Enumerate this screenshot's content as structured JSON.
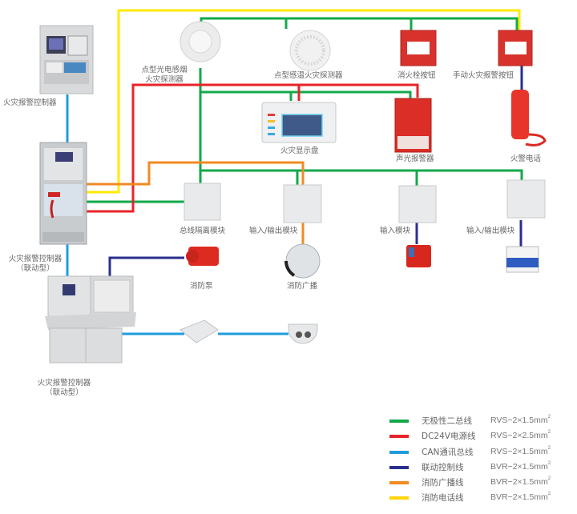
{
  "diagram": {
    "type": "fire-alarm-system-topology",
    "devices": {
      "panel_wall": "火灾报警控制器",
      "panel_cabinet": [
        "火灾报警控制器",
        "（联动型）"
      ],
      "panel_console": [
        "火灾报警控制器",
        "（联动型）"
      ],
      "smoke_detector": [
        "点型光电感烟",
        "火灾探测器"
      ],
      "heat_detector": "点型感温火灾探测器",
      "hydrant_button": "消火栓按钮",
      "manual_alarm_button": "手动火灾报警按钮",
      "display_panel": "火灾显示盘",
      "sounder_strobe": "声光报警器",
      "fire_phone": "火警电话",
      "isolator_module": "总线隔离模块",
      "io_module_1": "输入/输出模块",
      "input_module": "输入模块",
      "io_module_2": "输入/输出模块",
      "fire_pump": "消防泵",
      "fire_broadcast": "消防广播"
    }
  },
  "legend": [
    {
      "name": "无极性二总线",
      "spec": "RVS−2×1.5mm",
      "sup": "2",
      "color": "#13a84a"
    },
    {
      "name": "DC24V电源线",
      "spec": "RVS−2×2.5mm",
      "sup": "2",
      "color": "#e8232a"
    },
    {
      "name": "CAN通讯总线",
      "spec": "RVS−2×1.5mm",
      "sup": "2",
      "color": "#1f9ddb"
    },
    {
      "name": "联动控制线",
      "spec": "BVR−2×1.5mm",
      "sup": "2",
      "color": "#2b2f8c"
    },
    {
      "name": "消防广播线",
      "spec": "BVR−2×1.5mm",
      "sup": "2",
      "color": "#f28a22"
    },
    {
      "name": "消防电话线",
      "spec": "BVR−2×1.5mm",
      "sup": "2",
      "color": "#ffd400"
    }
  ],
  "colors": {
    "green": "#13a84a",
    "red": "#e8232a",
    "blue": "#1f9ddb",
    "navy": "#2b2f8c",
    "orange": "#f28a22",
    "yellow": "#ffea00"
  }
}
